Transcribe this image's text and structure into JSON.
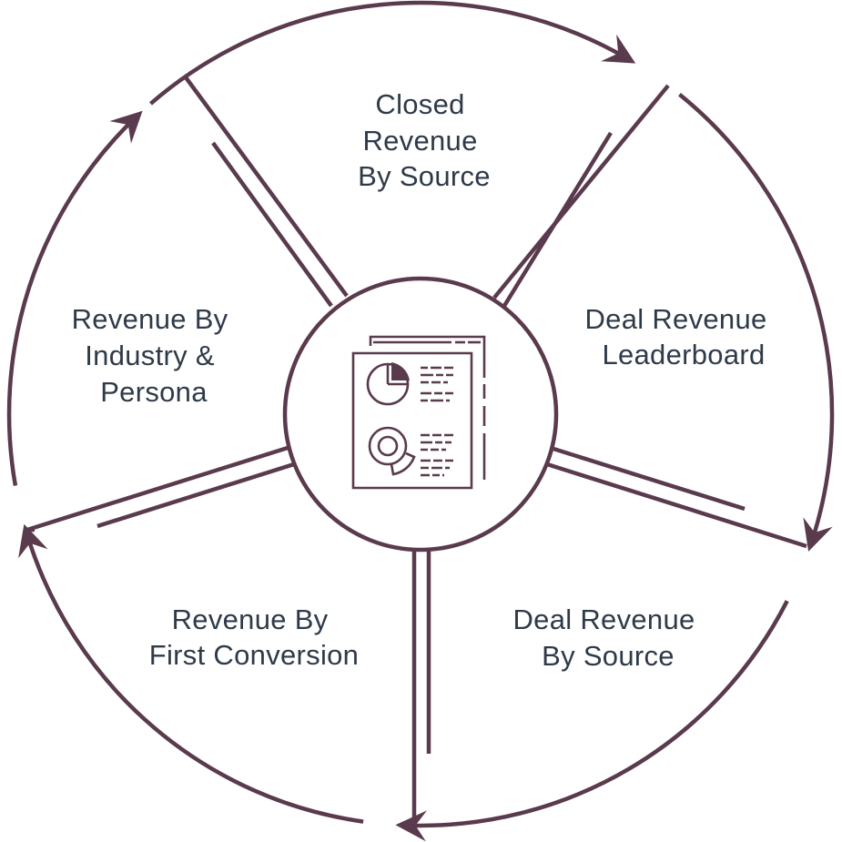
{
  "diagram": {
    "stroke_color": "#5a3a4d",
    "text_color": "#2f3a49",
    "background": "#ffffff",
    "center": {
      "icon": "report-document-icon"
    },
    "segments": [
      {
        "id": "closed-revenue-by-source",
        "lines": [
          "Closed",
          "Revenue",
          "By Source"
        ]
      },
      {
        "id": "deal-revenue-leaderboard",
        "lines": [
          "Deal Revenue",
          "Leaderboard"
        ]
      },
      {
        "id": "deal-revenue-by-source",
        "lines": [
          "Deal Revenue",
          "By Source"
        ]
      },
      {
        "id": "revenue-by-first-conversion",
        "lines": [
          "Revenue By",
          "First Conversion"
        ]
      },
      {
        "id": "revenue-by-industry-persona",
        "lines": [
          "Revenue By",
          "Industry &",
          "Persona"
        ]
      }
    ],
    "cycle_arrows": [
      "arrow-right-icon",
      "arrow-down-icon",
      "arrow-left-icon",
      "arrow-up-icon",
      "arrow-up-right-icon"
    ]
  }
}
